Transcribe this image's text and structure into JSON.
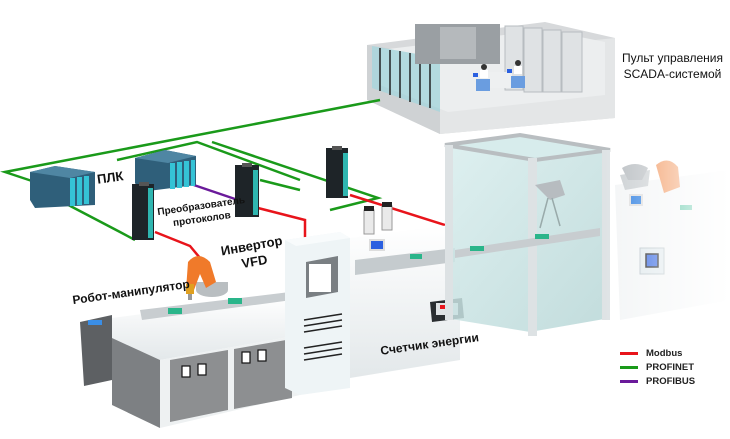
{
  "labels": {
    "scada": [
      "Пульт управления",
      "SCADA-системой"
    ],
    "plc": "ПЛК",
    "converter": [
      "Преобразователь",
      "протоколов"
    ],
    "inverter": [
      "Инвертор",
      "VFD"
    ],
    "robot": "Робот-манипулятор",
    "energy_meter": "Счетчик энергии"
  },
  "legend": [
    {
      "name": "Modbus",
      "color": "#e8141b"
    },
    {
      "name": "PROFINET",
      "color": "#1a9a1a"
    },
    {
      "name": "PROFIBUS",
      "color": "#6a1a9a"
    }
  ],
  "colors": {
    "plc_body": "#2f5f7a",
    "plc_modules": "#35c3d6",
    "device_dark": "#1e2428",
    "device_accent": "#2fb6b0",
    "robot": "#f07a2a",
    "machine_white": "#f2f5f6",
    "machine_gray": "#8d8f91",
    "glass": "#cfe6e6",
    "screen_blue": "#2a5fe0",
    "pcb_green": "#2ab58a"
  }
}
